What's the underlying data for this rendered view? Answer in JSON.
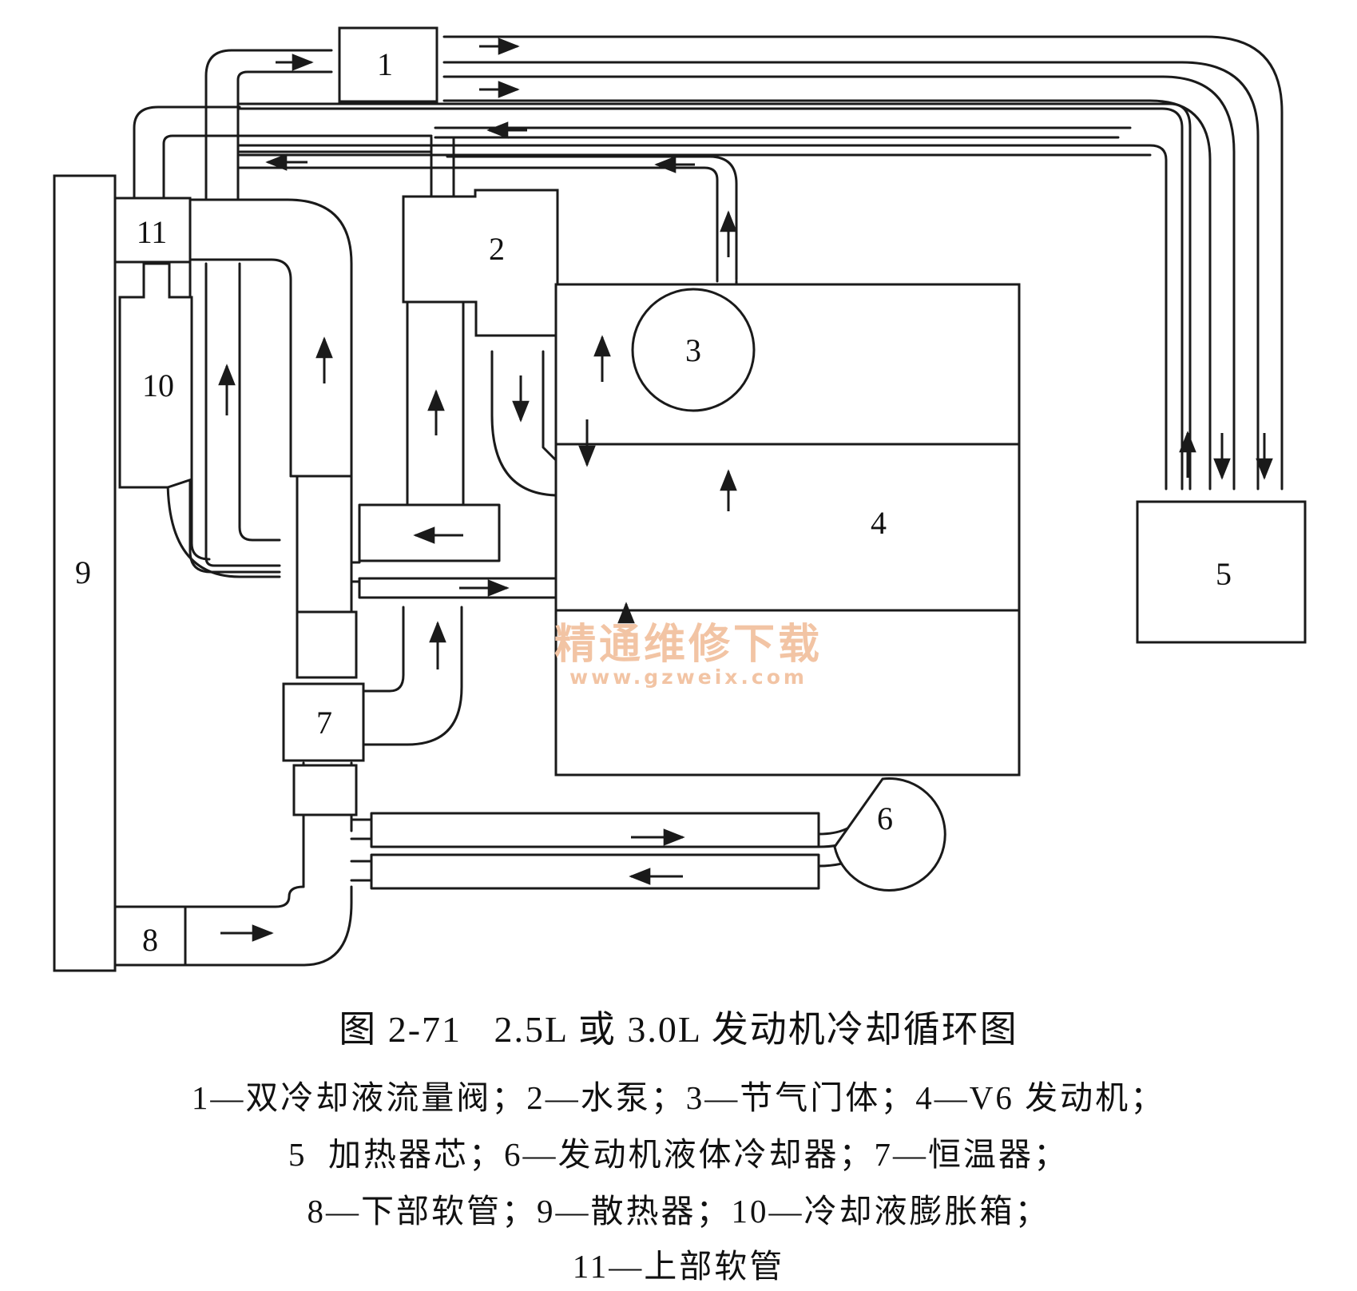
{
  "components": [
    {
      "number": "1",
      "name": "双冷却液流量阀"
    },
    {
      "number": "2",
      "name": "水泵"
    },
    {
      "number": "3",
      "name": "节气门体"
    },
    {
      "number": "4",
      "name": "V6 发动机"
    },
    {
      "number": "5",
      "name": "加热器芯"
    },
    {
      "number": "6",
      "name": "发动机液体冷却器"
    },
    {
      "number": "7",
      "name": "恒温器"
    },
    {
      "number": "8",
      "name": "下部软管"
    },
    {
      "number": "9",
      "name": "散热器"
    },
    {
      "number": "10",
      "name": "冷却液膨胀箱"
    },
    {
      "number": "11",
      "name": "上部软管"
    }
  ],
  "caption": {
    "title": "图 2-71   2.5L 或 3.0L 发动机冷却循环图",
    "legend_lines": [
      "1—双冷却液流量阀；2—水泵；3—节气门体；4—V6 发动机；",
      "5  加热器芯；6—发动机液体冷却器；7—恒温器；",
      "8—下部软管；9—散热器；10—冷却液膨胀箱；",
      "11—上部软管"
    ]
  },
  "watermark": {
    "text": "精通维修下载",
    "url": "www.gzweix.com",
    "color": "#f2c4a4"
  },
  "colors": {
    "line": "#1a1a1a",
    "background": "#ffffff"
  }
}
